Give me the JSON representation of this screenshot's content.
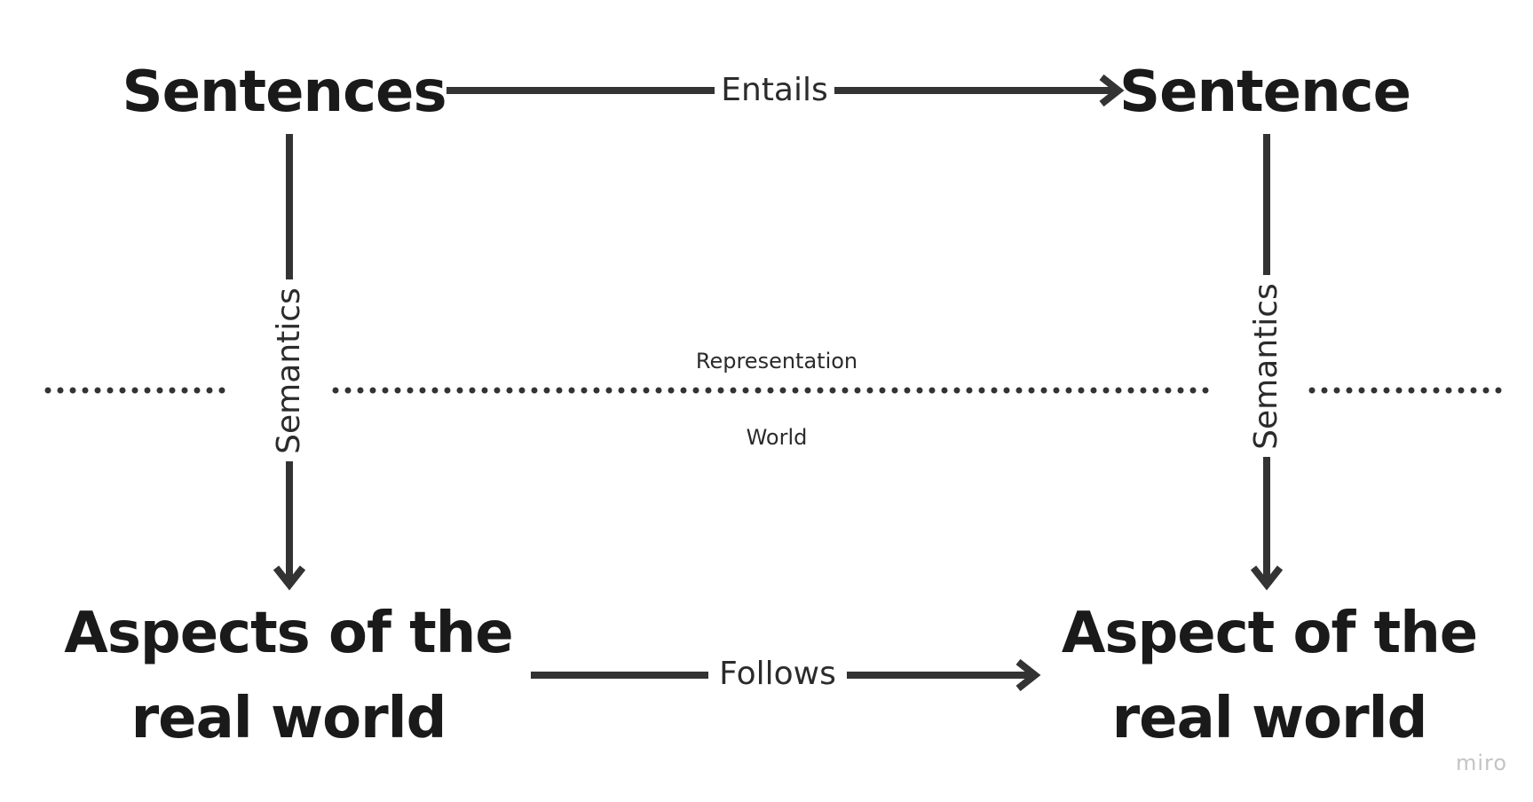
{
  "nodes": {
    "top_left": "Sentences",
    "top_right": "Sentence",
    "bottom_left": "Aspects of the real world",
    "bottom_right": "Aspect of the real world"
  },
  "edges": {
    "top": "Entails",
    "bottom": "Follows",
    "left": "Semantics",
    "right": "Semantics"
  },
  "regions": {
    "upper": "Representation",
    "lower": "World"
  },
  "watermark": "miro",
  "colors": {
    "ink": "#333333",
    "text": "#1a1a1a",
    "watermark": "#c4c4c4",
    "background": "#ffffff"
  }
}
